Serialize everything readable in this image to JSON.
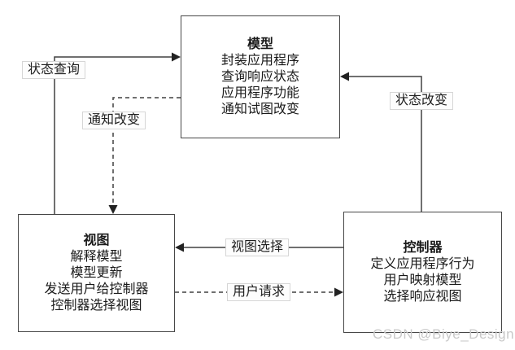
{
  "diagram": {
    "nodes": {
      "model": {
        "title": "模型",
        "lines": [
          "封装应用程序",
          "查询响应状态",
          "应用程序功能",
          "通知试图改变"
        ]
      },
      "view": {
        "title": "视图",
        "lines": [
          "解释模型",
          "模型更新",
          "发送用户给控制器",
          "控制器选择视图"
        ]
      },
      "controller": {
        "title": "控制器",
        "lines": [
          "定义应用程序行为",
          "用户映射模型",
          "选择响应视图"
        ]
      }
    },
    "edges": [
      {
        "label": "状态查询",
        "from": "view",
        "to": "model",
        "style": "solid"
      },
      {
        "label": "通知改变",
        "from": "model",
        "to": "view",
        "style": "dashed"
      },
      {
        "label": "状态改变",
        "from": "controller",
        "to": "model",
        "style": "solid"
      },
      {
        "label": "视图选择",
        "from": "controller",
        "to": "view",
        "style": "solid"
      },
      {
        "label": "用户请求",
        "from": "view",
        "to": "controller",
        "style": "dashed"
      }
    ]
  },
  "watermark": "CSDN @Biye_Design",
  "colors": {
    "background": "#ffffff",
    "line": "#404040",
    "box_border": "#474747",
    "text": "#1a1a1a",
    "label_background": "#fdfdfd",
    "label_border": "#d6d6d6",
    "watermark": "#c9c9c9"
  }
}
